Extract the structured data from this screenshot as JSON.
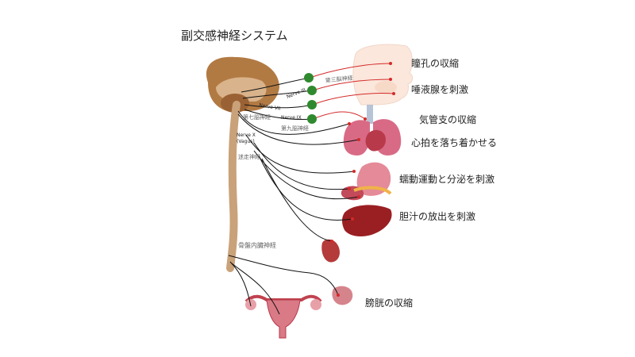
{
  "title": "副交感神経システム",
  "nerve_labels": {
    "nerve_iii": "Nerve III",
    "nerve_vii": "Nerve VII",
    "nerve_ix": "Nerve IX",
    "nerve_x": "Nerve X",
    "vagus": "(Vagus)",
    "third": "第三脳神経",
    "seventh": "第七脳神経",
    "ninth": "第九脳神経",
    "vagus_jp": "迷走神経",
    "pelvic": "骨盤内臓神経"
  },
  "effects": {
    "pupil": "瞳孔の収縮",
    "saliva": "唾液腺を刺激",
    "bronchi": "気管支の収縮",
    "heart": "心拍を落ち着かせる",
    "gut": "蠕動運動と分泌を刺激",
    "bile": "胆汁の放出を刺激",
    "bladder": "膀胱の収縮"
  },
  "colors": {
    "nerve_red": "#d42a2a",
    "ganglion_green": "#2f8a2f",
    "cord": "#c9a27a",
    "brain": "#a8733f",
    "organ": "#c0424f"
  }
}
